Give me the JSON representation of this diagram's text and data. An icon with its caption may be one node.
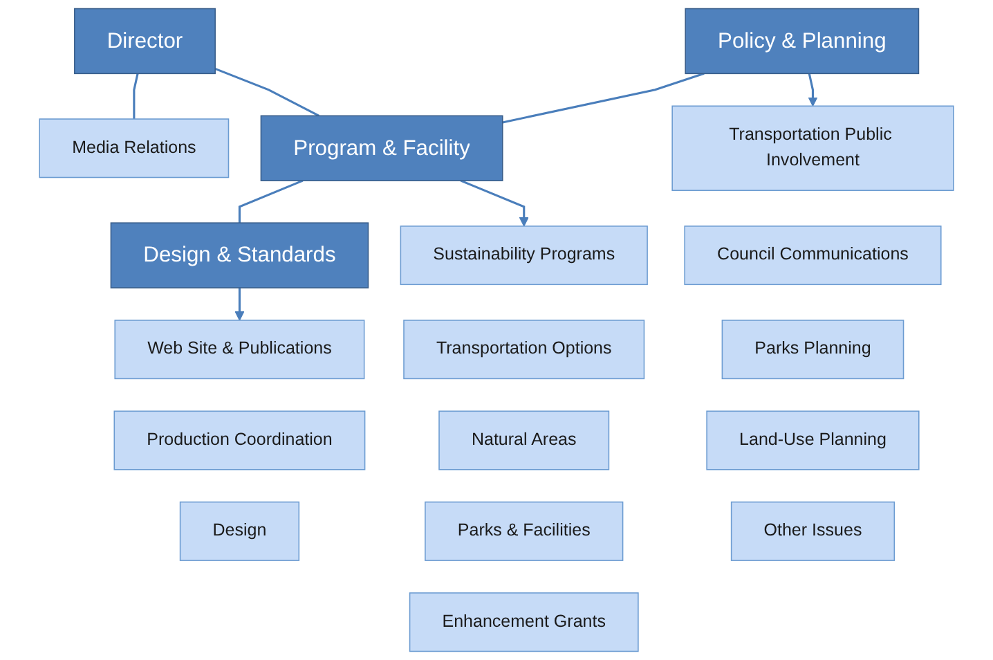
{
  "diagram": {
    "nodes": [
      {
        "text": [
          "Director"
        ]
      },
      {
        "text": [
          "Media Relations"
        ]
      },
      {
        "text": [
          "Policy & Planning"
        ]
      },
      {
        "text": [
          "Program & Facility"
        ]
      },
      {
        "text": [
          "Design & Standards"
        ]
      },
      {
        "text": [
          "Transportation Public Involvement"
        ]
      },
      {
        "text": [
          "Council Communications"
        ]
      },
      {
        "text": [
          "Parks Planning"
        ]
      },
      {
        "text": [
          "Land-Use Planning"
        ]
      },
      {
        "text": [
          "Other Issues"
        ]
      },
      {
        "text": [
          "Sustainability Programs"
        ]
      },
      {
        "text": [
          "Transportation Options"
        ]
      },
      {
        "text": [
          "Natural Areas"
        ]
      },
      {
        "text": [
          "Parks & Facilities"
        ]
      },
      {
        "text": [
          "Enhancement Grants"
        ]
      },
      {
        "text": [
          "Web Site & Publications"
        ]
      },
      {
        "text": [
          "Production Coordination"
        ]
      },
      {
        "text": [
          "Design"
        ]
      }
    ],
    "edges": [
      {
        "from": 0,
        "to": 1,
        "arrow": "none"
      },
      {
        "from": 0,
        "to": 3,
        "arrow": "none"
      },
      {
        "from": 2,
        "to": 3,
        "arrow": "none"
      },
      {
        "from": 3,
        "to": 4,
        "arrow": "none"
      },
      {
        "from": 2,
        "to": 5,
        "arrow": "to"
      },
      {
        "from": 3,
        "to": 10,
        "arrow": "to"
      },
      {
        "from": 4,
        "to": 15,
        "arrow": "to"
      }
    ]
  }
}
